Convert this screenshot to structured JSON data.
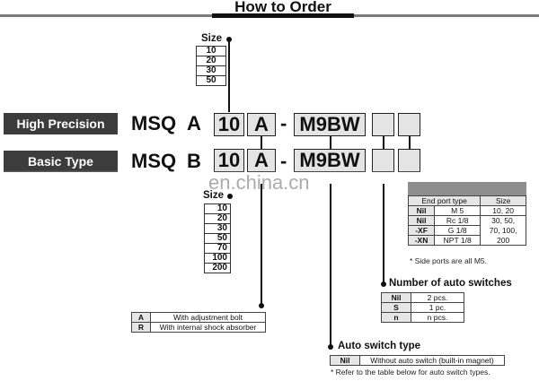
{
  "title": "How to Order",
  "types": [
    {
      "label": "High Precision Type",
      "series": "MSQ",
      "variant": "A",
      "size": "10",
      "adjuster": "A",
      "dash": "-",
      "switch": "M9BW"
    },
    {
      "label": "Basic Type",
      "series": "MSQ",
      "variant": "B",
      "size": "10",
      "adjuster": "A",
      "dash": "-",
      "switch": "M9BW"
    }
  ],
  "size_high_precision": {
    "heading": "Size",
    "values": [
      "10",
      "20",
      "30",
      "50"
    ]
  },
  "size_basic": {
    "heading": "Size",
    "values": [
      "10",
      "20",
      "30",
      "50",
      "70",
      "100",
      "200"
    ]
  },
  "adjuster": {
    "rows": [
      {
        "code": "A",
        "desc": "With adjustment bolt"
      },
      {
        "code": "R",
        "desc": "With internal shock absorber"
      }
    ]
  },
  "end_port": {
    "header": {
      "type": "End port type",
      "size": "Size"
    },
    "rows": [
      {
        "code": "Nil",
        "port": "M 5",
        "size": "10, 20"
      },
      {
        "code": "Nil",
        "port": "Rc 1/8",
        "size": "30, 50,"
      },
      {
        "code": "-XF",
        "port": "G 1/8",
        "size": "70, 100,"
      },
      {
        "code": "-XN",
        "port": "NPT 1/8",
        "size": "200"
      }
    ],
    "note": "* Side ports are all M5."
  },
  "num_switches": {
    "heading": "Number of auto switches",
    "rows": [
      {
        "code": "Nil",
        "desc": "2 pcs."
      },
      {
        "code": "S",
        "desc": "1 pc."
      },
      {
        "code": "n",
        "desc": "n pcs."
      }
    ]
  },
  "auto_switch": {
    "heading": "Auto switch type",
    "rows": [
      {
        "code": "Nil",
        "desc": "Without auto switch (built-in magnet)"
      }
    ],
    "note": "* Refer to the table below for auto switch types."
  },
  "watermark": "en.china.cn"
}
